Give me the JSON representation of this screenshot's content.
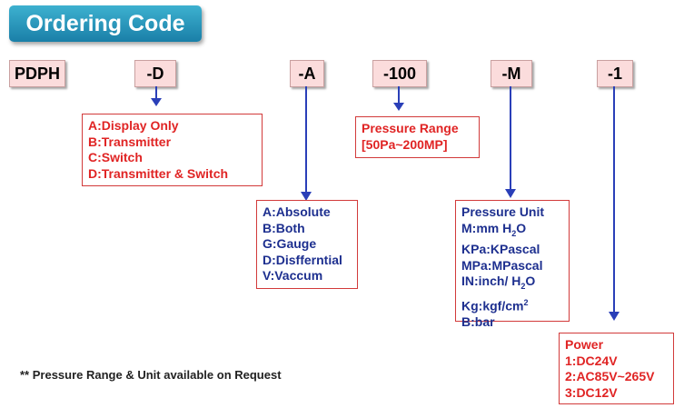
{
  "title": "Ordering Code",
  "codes": [
    "PDPH",
    "-D",
    "-A",
    "-100",
    "-M",
    "-1"
  ],
  "output_box": {
    "lines": [
      "A:Display Only",
      "B:Transmitter",
      "C:Switch",
      "D:Transmitter & Switch"
    ]
  },
  "type_box": {
    "lines": [
      "A:Absolute",
      "B:Both",
      "G:Gauge",
      "D:Disfferntial",
      "V:Vaccum"
    ]
  },
  "range_box": {
    "lines": [
      "Pressure Range",
      "[50Pa~200MP]"
    ]
  },
  "unit_box": {
    "heading": "Pressure Unit",
    "line_m": "M:mm H",
    "line_m_sub": "2",
    "line_m_tail": "O",
    "line_kpa": "KPa:KPascal",
    "line_mpa": "MPa:MPascal",
    "line_in": "IN:inch/ H",
    "line_in_sub": "2",
    "line_in_tail": "O",
    "line_kg": "Kg:kgf/cm",
    "line_kg_sup": "2",
    "line_b": "B:bar"
  },
  "power_box": {
    "lines": [
      "Power",
      "1:DC24V",
      "2:AC85V~265V",
      "3:DC12V"
    ]
  },
  "footer": "** Pressure Range & Unit available on Request",
  "colors": {
    "title_bg_top": "#3db1d0",
    "title_bg_bottom": "#1a7fa8",
    "code_box_bg": "#fbdcdc",
    "red_text": "#e02424",
    "blue_text": "#1d2f8f",
    "arrow": "#2a3fb8"
  }
}
